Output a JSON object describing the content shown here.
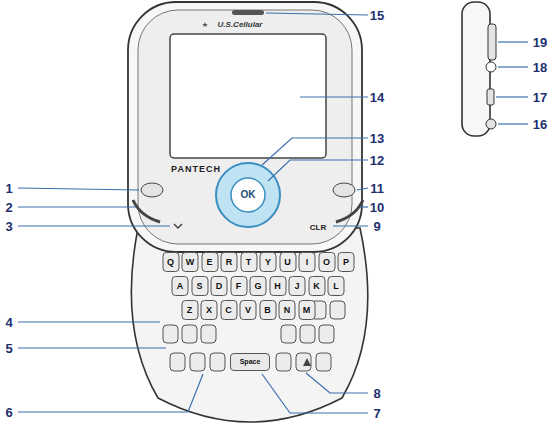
{
  "diagram": {
    "labels": [
      "15",
      "14",
      "13",
      "12",
      "1",
      "11",
      "2",
      "10",
      "3",
      "9",
      "4",
      "5",
      "6",
      "8",
      "7",
      "19",
      "18",
      "17",
      "16",
      "U.S.Cellular",
      "PANTECH",
      "OK",
      "CLR",
      "Space",
      "Q",
      "W",
      "E",
      "R",
      "T",
      "Y",
      "U",
      "I",
      "O",
      "P",
      "A",
      "S",
      "D",
      "F",
      "G",
      "H",
      "J",
      "K",
      "L",
      "Z",
      "X",
      "C",
      "V",
      "B",
      "N",
      "M"
    ]
  }
}
